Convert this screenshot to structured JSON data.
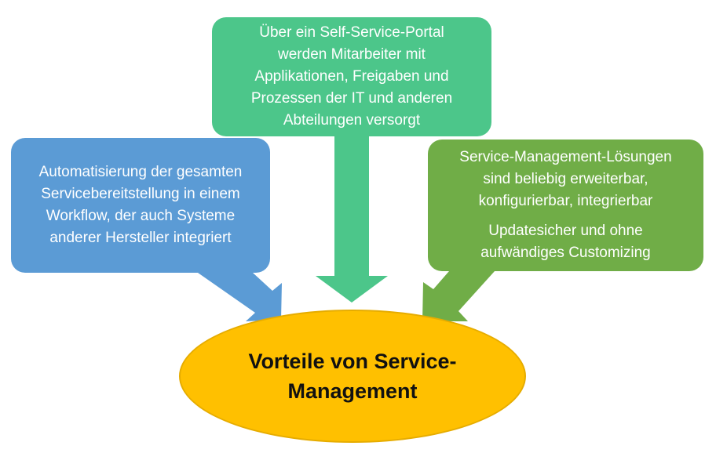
{
  "diagram": {
    "center": {
      "line1": "Vorteile von Service-",
      "line2": "Management"
    },
    "top_box": {
      "lines": [
        "Über ein Self-Service-Portal",
        "werden Mitarbeiter mit",
        "Applikationen, Freigaben und",
        "Prozessen der IT und anderen",
        "Abteilungen versorgt"
      ]
    },
    "left_box": {
      "lines": [
        "Automatisierung der gesamten",
        "Servicebereitstellung in einem",
        "Workflow, der auch Systeme",
        "anderer Hersteller integriert"
      ]
    },
    "right_box": {
      "paragraph1": [
        "Service-Management-Lösungen",
        "sind beliebig erweiterbar,",
        "konfigurierbar, integrierbar"
      ],
      "paragraph2": [
        "Updatesicher und ohne",
        "aufwändiges Customizing"
      ]
    },
    "colors": {
      "top": "#4cc68a",
      "left": "#5b9bd5",
      "right": "#70ad47",
      "center": "#ffc000"
    }
  }
}
